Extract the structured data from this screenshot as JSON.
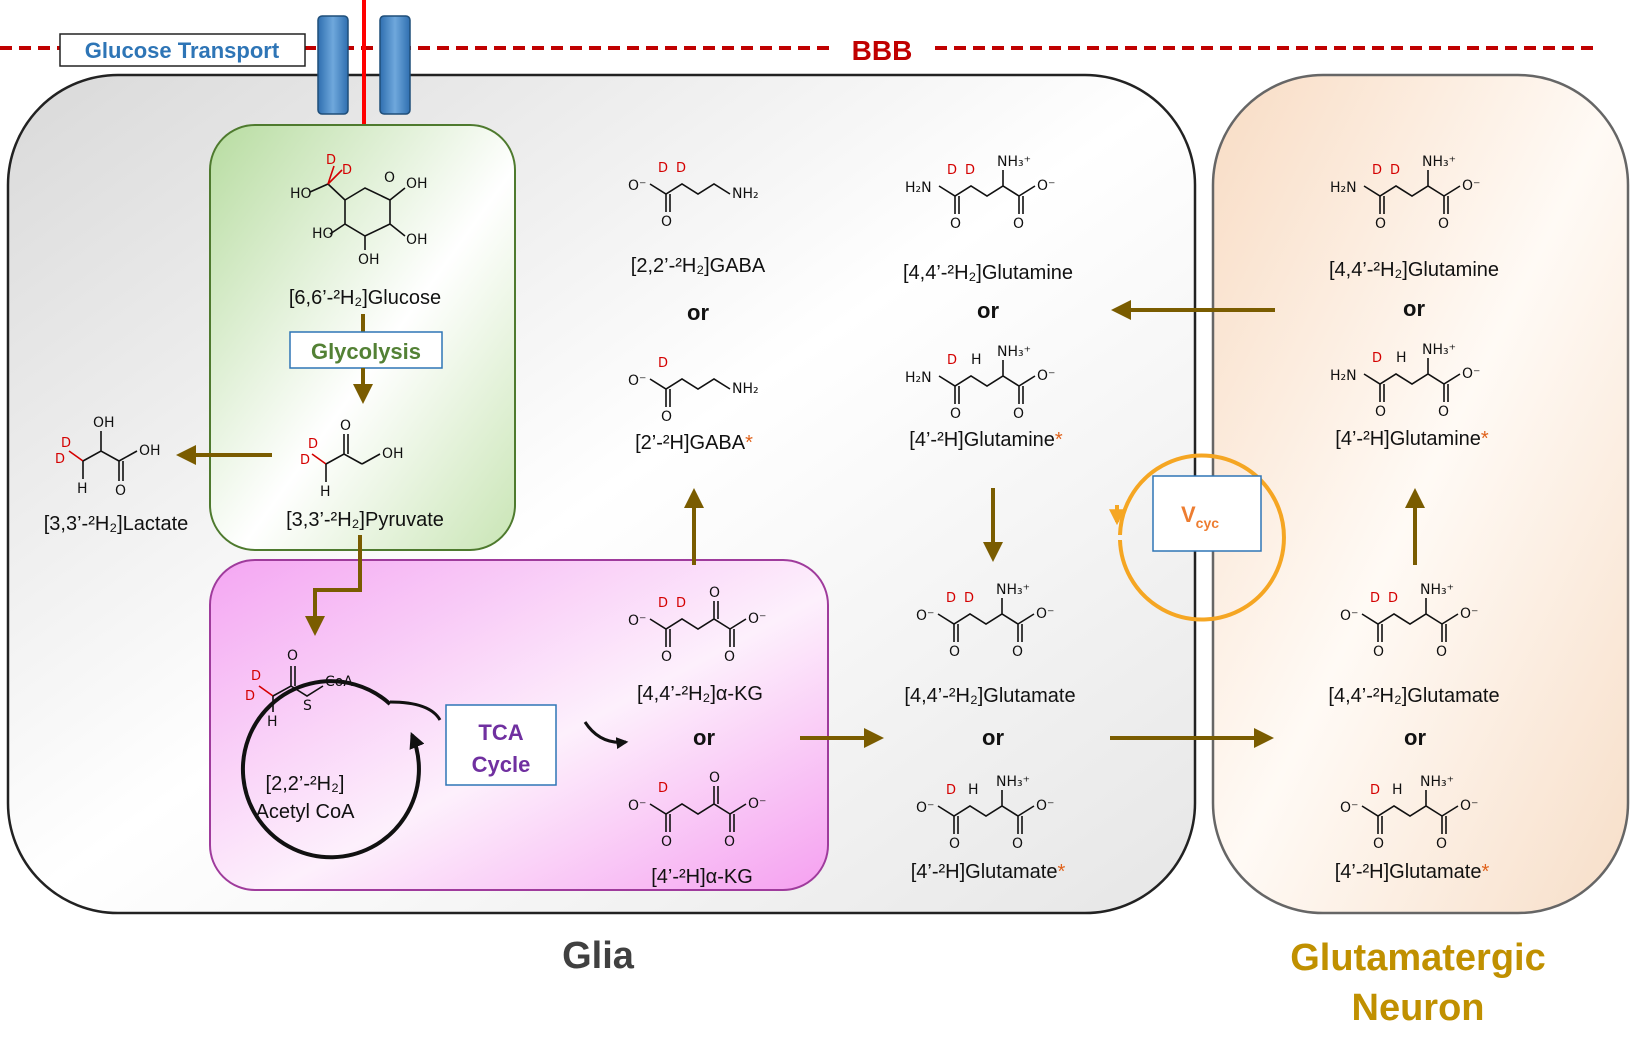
{
  "barrier": {
    "label": "BBB",
    "color": "#c00000"
  },
  "transport": {
    "label": "Glucose Transport",
    "color": "#2e75b6"
  },
  "compartments": {
    "glia": {
      "label": "Glia",
      "color": "#404040"
    },
    "neuron": {
      "label_line1": "Glutamatergic",
      "label_line2": "Neuron",
      "color": "#c09000"
    }
  },
  "boxes": {
    "glycolysis": {
      "label": "Glycolysis",
      "color": "#538135"
    },
    "tca": {
      "label_line1": "TCA",
      "label_line2": "Cycle",
      "color": "#7030a0"
    },
    "vcyc": {
      "label": "V",
      "subscript": "cyc",
      "color": "#ed7d31"
    }
  },
  "molecules": {
    "glucose": "[6,6’-²H₂]Glucose",
    "pyruvate": "[3,3’-²H₂]Pyruvate",
    "lactate": "[3,3’-²H₂]Lactate",
    "acetyl_coa_line1": "[2,2’-²H₂]",
    "acetyl_coa_line2": "Acetyl CoA",
    "akg_a": "[4,4’-²H₂]α-KG",
    "akg_b": "[4’-²H]α-KG",
    "gaba_a": "[2,2’-²H₂]GABA",
    "gaba_b": "[2’-²H]GABA",
    "gln_glia_a": "[4,4’-²H₂]Glutamine",
    "gln_glia_b": "[4’-²H]Glutamine",
    "glu_glia_a": "[4,4’-²H₂]Glutamate",
    "glu_glia_b": "[4’-²H]Glutamate",
    "gln_neuron_a": "[4,4’-²H₂]Glutamine",
    "gln_neuron_b": "[4’-²H]Glutamine",
    "glu_neuron_a": "[4,4’-²H₂]Glutamate",
    "glu_neuron_b": "[4’-²H]Glutamate"
  },
  "or_label": "or",
  "star": "*",
  "atoms": {
    "D": "D",
    "H": "H",
    "HO": "HO",
    "OH": "OH",
    "O": "O",
    "O_minus": "O⁻",
    "NH2": "NH₂",
    "H2N": "H₂N",
    "NH3": "NH₃⁺",
    "S": "S",
    "CoA": "CoA"
  },
  "colors": {
    "flow_arrow": "#7a5c00",
    "transport_arrow": "#ff0000",
    "cycle_ring": "#f5a623",
    "deuterium": "#d40000"
  }
}
